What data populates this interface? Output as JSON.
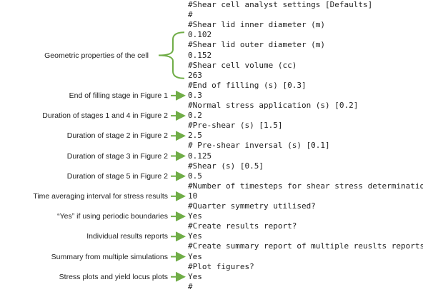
{
  "config_lines": [
    "#Shear cell analyst settings [Defaults]",
    "#",
    "#Shear lid inner diameter (m)",
    "0.102",
    "#Shear lid outer diameter (m)",
    "0.152",
    "#Shear cell volume (cc)",
    "263",
    "#End of filling (s) [0.3]",
    "0.3",
    "#Normal stress application (s) [0.2]",
    "0.2",
    "#Pre-shear (s) [1.5]",
    "2.5",
    "# Pre-shear inversal (s) [0.1]",
    "0.125",
    "#Shear (s) [0.5]",
    "0.5",
    "#Number of timesteps for shear stress determination",
    "10",
    "#Quarter symmetry utilised?",
    "Yes",
    "#Create results report?",
    "Yes",
    "#Create summary report of multiple reuslts reports?",
    "Yes",
    "#Plot figures?",
    "Yes",
    "#"
  ],
  "annotations": [
    {
      "label": "Geometric properties of the cell",
      "target_line": 5,
      "kind": "brace",
      "brace_from": 3,
      "brace_to": 7
    },
    {
      "label": "End of filling stage in Figure 1",
      "target_line": 9,
      "kind": "arrow"
    },
    {
      "label": "Duration of stages 1 and 4 in Figure 2",
      "target_line": 11,
      "kind": "arrow"
    },
    {
      "label": "Duration of stage 2 in Figure 2",
      "target_line": 13,
      "kind": "arrow"
    },
    {
      "label": "Duration of stage 3 in Figure 2",
      "target_line": 15,
      "kind": "arrow"
    },
    {
      "label": "Duration of stage 5 in Figure 2",
      "target_line": 17,
      "kind": "arrow"
    },
    {
      "label": "Time averaging interval for stress results",
      "target_line": 19,
      "kind": "arrow"
    },
    {
      "label": "“Yes” if using periodic boundaries",
      "target_line": 21,
      "kind": "arrow"
    },
    {
      "label": "Individual results reports",
      "target_line": 23,
      "kind": "arrow"
    },
    {
      "label": "Summary from multiple simulations",
      "target_line": 25,
      "kind": "arrow"
    },
    {
      "label": "Stress plots and yield locus plots",
      "target_line": 27,
      "kind": "arrow"
    }
  ],
  "colors": {
    "arrow": "#70ad47",
    "text": "#222222",
    "background": "#ffffff"
  }
}
